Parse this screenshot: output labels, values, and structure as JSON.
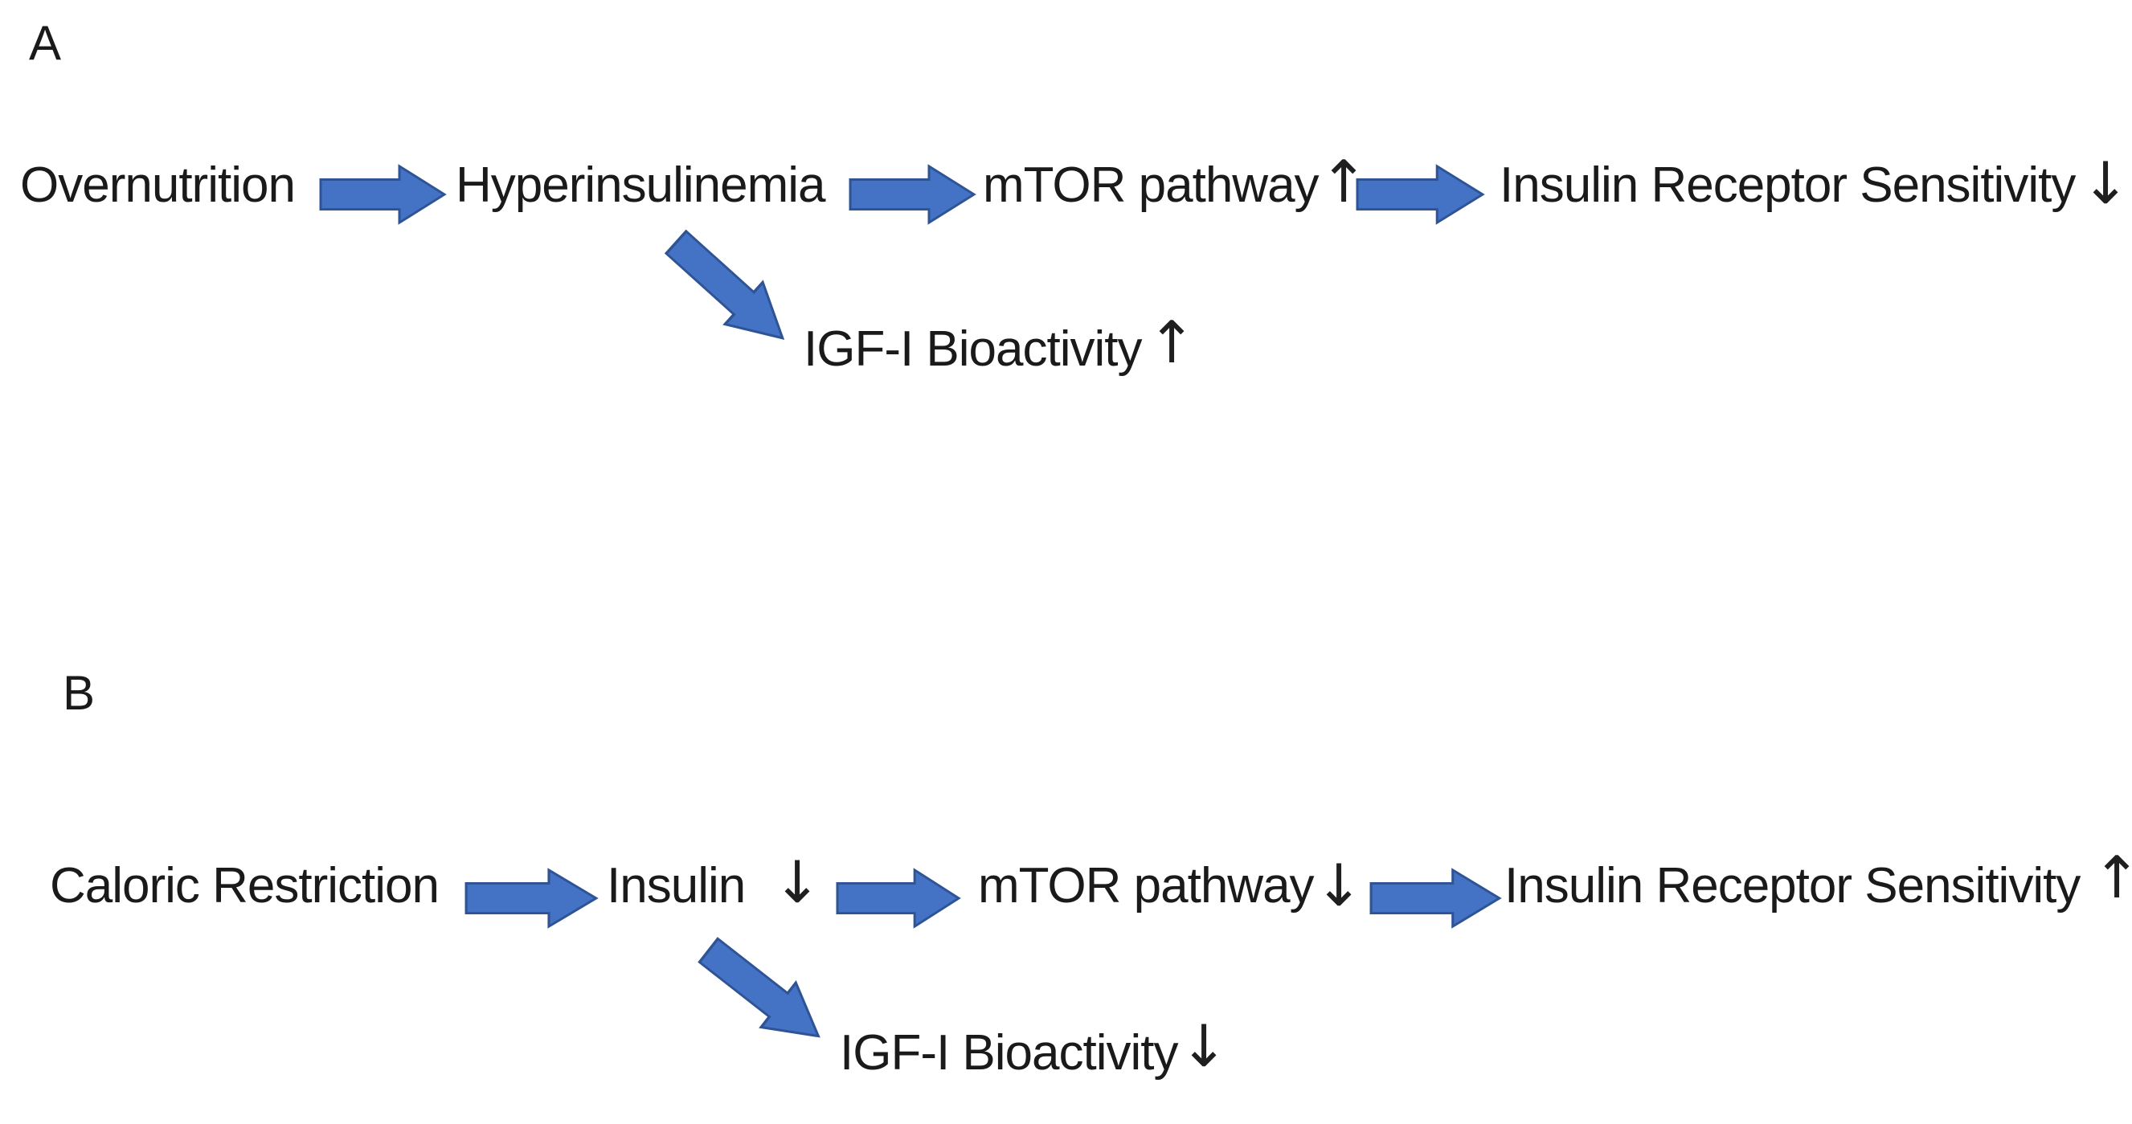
{
  "colors": {
    "background": "#ffffff",
    "text": "#1a1a1a",
    "arrow_fill": "#4472C4",
    "arrow_stroke": "#2F5496"
  },
  "panel_a": {
    "label": "A",
    "overnutrition": "Overnutrition",
    "hyperinsulinemia": "Hyperinsulinemia",
    "mtor_pathway": "mTOR pathway",
    "mtor_trend": "↑",
    "insulin_receptor_sensitivity": "Insulin Receptor Sensitivity",
    "insulin_receptor_trend": "↓",
    "igf_bioactivity": "IGF-I Bioactivity",
    "igf_trend": "↑"
  },
  "panel_b": {
    "label": "B",
    "caloric_restriction": "Caloric Restriction",
    "insulin": "Insulin",
    "insulin_trend": "↓",
    "mtor_pathway": "mTOR pathway",
    "mtor_trend": "↓",
    "insulin_receptor_sensitivity": "Insulin Receptor Sensitivity",
    "insulin_receptor_trend": "↑",
    "igf_bioactivity": "IGF-I Bioactivity",
    "igf_trend": "↓"
  }
}
